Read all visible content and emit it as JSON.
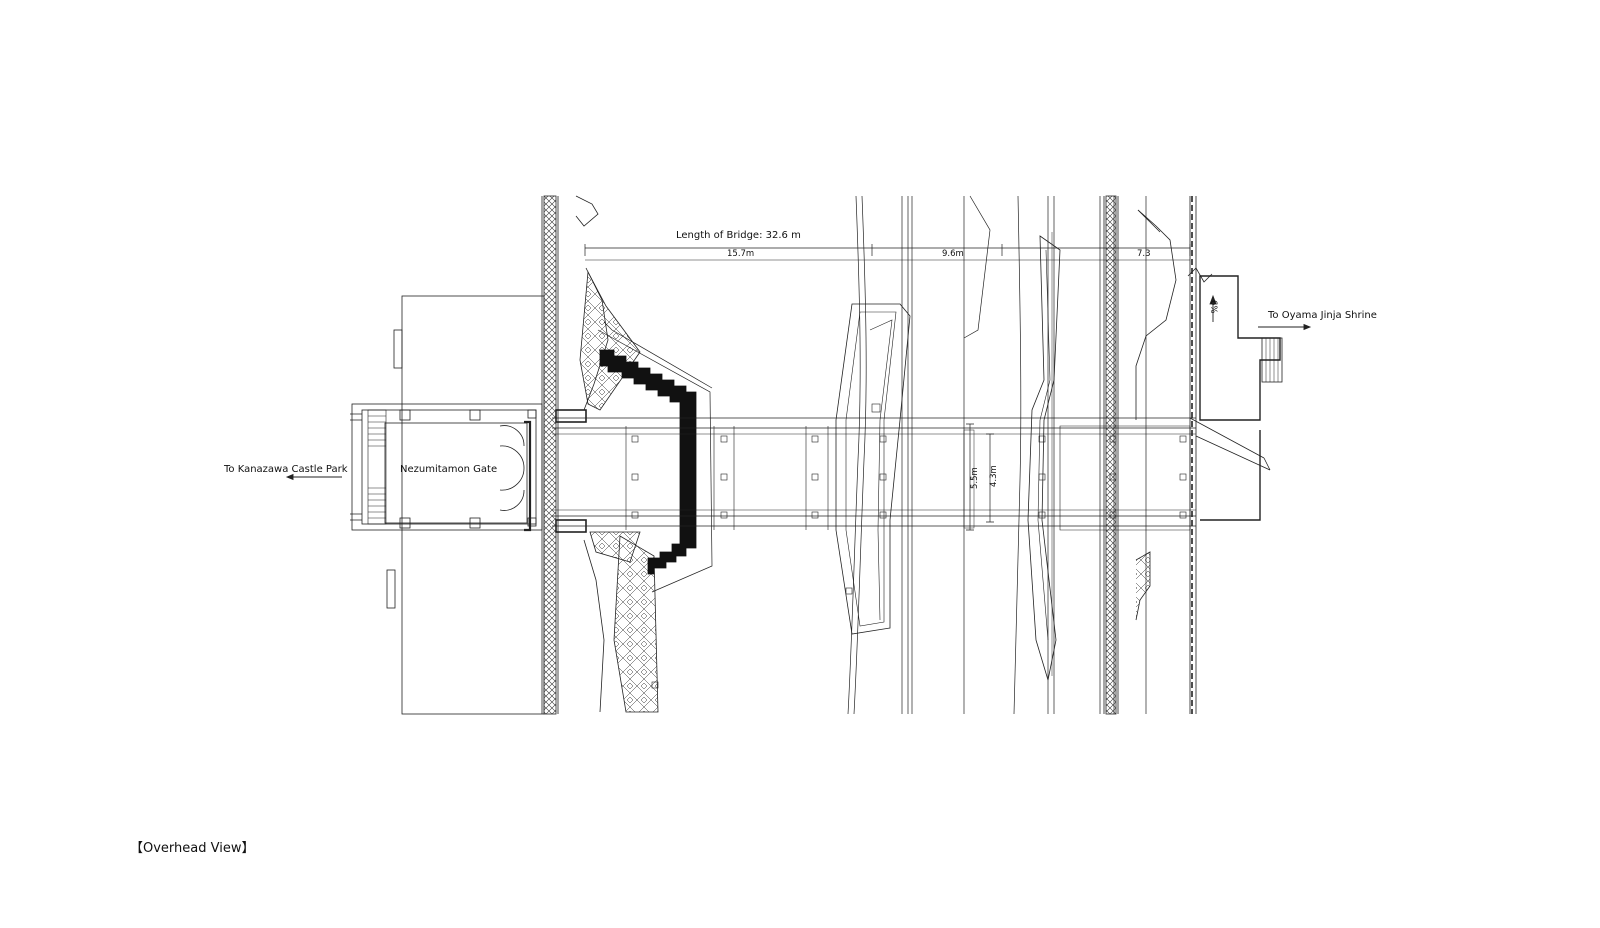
{
  "labels": {
    "bridge_length": "Length of Bridge: 32.6 m",
    "segment_1": "15.7m",
    "segment_2": "9.6m",
    "segment_3": "7.3",
    "width_outer": "5.5m",
    "width_inner": "4.3m",
    "slope": "6%",
    "gate_name": "Nezumitamon Gate",
    "to_left": "To Kanazawa Castle Park",
    "to_right": "To Oyama Jinja Shrine",
    "view_caption": "【Overhead View】"
  },
  "colors": {
    "ink": "#111111",
    "background": "#ffffff"
  }
}
